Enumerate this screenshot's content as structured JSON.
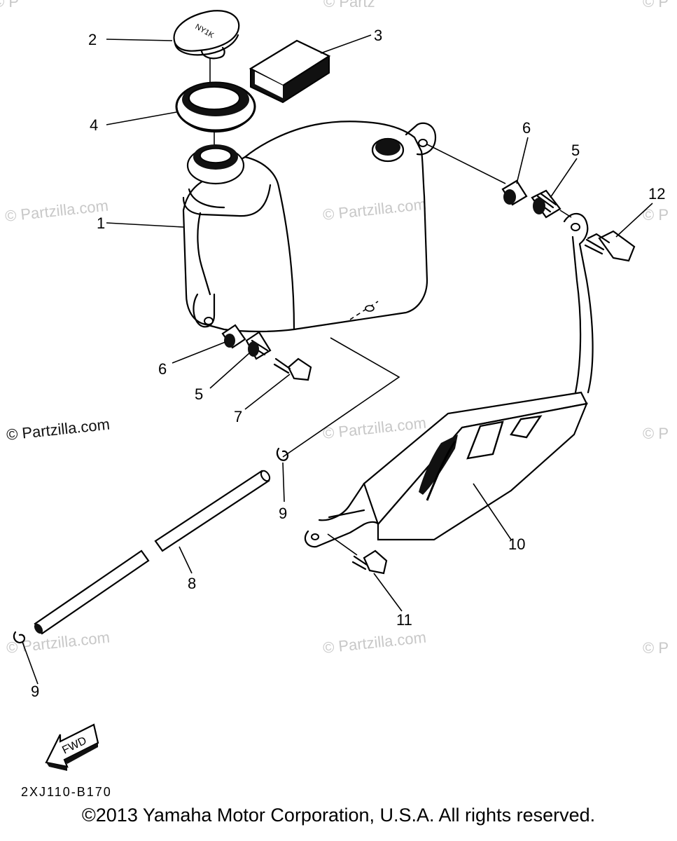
{
  "diagram": {
    "callouts": [
      {
        "id": "c1",
        "text": "1"
      },
      {
        "id": "c2",
        "text": "2"
      },
      {
        "id": "c3",
        "text": "3"
      },
      {
        "id": "c4",
        "text": "4"
      },
      {
        "id": "c5a",
        "text": "5"
      },
      {
        "id": "c5b",
        "text": "5"
      },
      {
        "id": "c6a",
        "text": "6"
      },
      {
        "id": "c6b",
        "text": "6"
      },
      {
        "id": "c7",
        "text": "7"
      },
      {
        "id": "c8",
        "text": "8"
      },
      {
        "id": "c9a",
        "text": "9"
      },
      {
        "id": "c9b",
        "text": "9"
      },
      {
        "id": "c10",
        "text": "10"
      },
      {
        "id": "c11",
        "text": "11"
      },
      {
        "id": "c12",
        "text": "12"
      }
    ],
    "watermark": "© Partzilla.com",
    "watermark_partial": "© P",
    "watermark_top": "© Partz",
    "fwd_label": "FWD",
    "diagram_code": "2XJ110-B170",
    "copyright": "©2013 Yamaha Motor Corporation, U.S.A. All rights reserved."
  }
}
